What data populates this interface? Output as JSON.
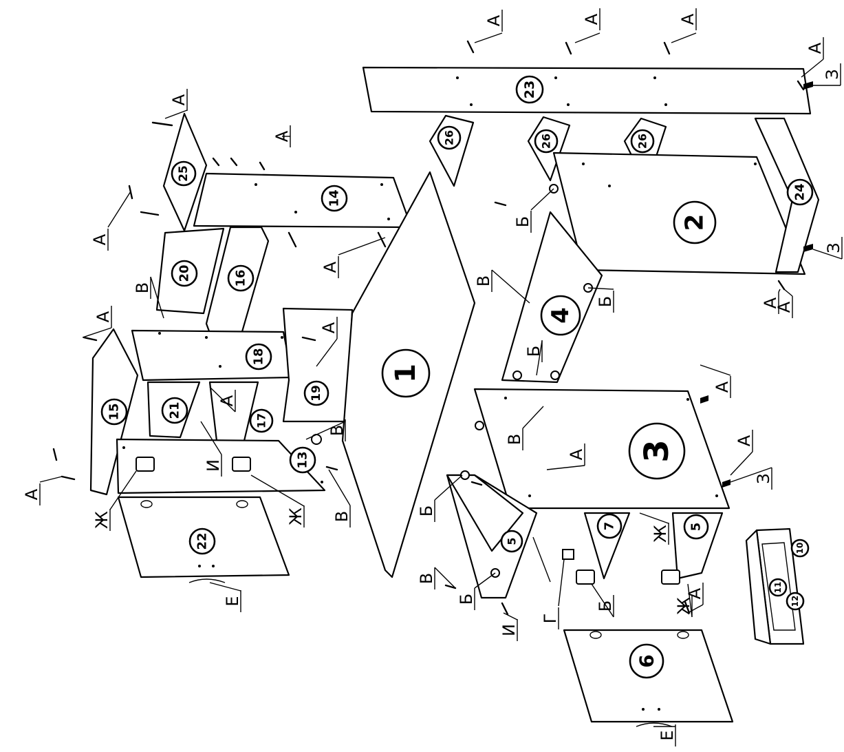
{
  "parts": [
    {
      "id": "p1",
      "label": "1"
    },
    {
      "id": "p2",
      "label": "2"
    },
    {
      "id": "p3",
      "label": "3"
    },
    {
      "id": "p4",
      "label": "4"
    },
    {
      "id": "p5a",
      "label": "5"
    },
    {
      "id": "p5b",
      "label": "5"
    },
    {
      "id": "p6",
      "label": "6"
    },
    {
      "id": "p7",
      "label": "7"
    },
    {
      "id": "p10",
      "label": "10"
    },
    {
      "id": "p11",
      "label": "11"
    },
    {
      "id": "p12",
      "label": "12"
    },
    {
      "id": "p13",
      "label": "13"
    },
    {
      "id": "p14",
      "label": "14"
    },
    {
      "id": "p15",
      "label": "15"
    },
    {
      "id": "p16",
      "label": "16"
    },
    {
      "id": "p17",
      "label": "17"
    },
    {
      "id": "p18",
      "label": "18"
    },
    {
      "id": "p19",
      "label": "19"
    },
    {
      "id": "p20",
      "label": "20"
    },
    {
      "id": "p21",
      "label": "21"
    },
    {
      "id": "p22",
      "label": "22"
    },
    {
      "id": "p23",
      "label": "23"
    },
    {
      "id": "p24",
      "label": "24"
    },
    {
      "id": "p25",
      "label": "25"
    },
    {
      "id": "p26a",
      "label": "26"
    },
    {
      "id": "p26b",
      "label": "26"
    },
    {
      "id": "p26c",
      "label": "26"
    }
  ],
  "hardware": [
    {
      "id": "c01",
      "label": "А"
    },
    {
      "id": "c02",
      "label": "А"
    },
    {
      "id": "c03",
      "label": "А"
    },
    {
      "id": "c04",
      "label": "А"
    },
    {
      "id": "c05",
      "label": "З"
    },
    {
      "id": "c06",
      "label": "А"
    },
    {
      "id": "c07",
      "label": "А"
    },
    {
      "id": "c08",
      "label": "А"
    },
    {
      "id": "c09",
      "label": "А"
    },
    {
      "id": "c10",
      "label": "В"
    },
    {
      "id": "c11",
      "label": "Б"
    },
    {
      "id": "c12",
      "label": "В"
    },
    {
      "id": "c13",
      "label": "Б"
    },
    {
      "id": "c14",
      "label": "Б"
    },
    {
      "id": "c15",
      "label": "А"
    },
    {
      "id": "c16",
      "label": "З"
    },
    {
      "id": "c17",
      "label": "А"
    },
    {
      "id": "c18",
      "label": "А"
    },
    {
      "id": "c19",
      "label": "А"
    },
    {
      "id": "c20",
      "label": "В"
    },
    {
      "id": "c21",
      "label": "И"
    },
    {
      "id": "c22",
      "label": "Ж"
    },
    {
      "id": "c23",
      "label": "Ж"
    },
    {
      "id": "c24",
      "label": "В"
    },
    {
      "id": "c25",
      "label": "Е"
    },
    {
      "id": "c26",
      "label": "А"
    },
    {
      "id": "c27",
      "label": "А"
    },
    {
      "id": "c28",
      "label": "З"
    },
    {
      "id": "c29",
      "label": "А"
    },
    {
      "id": "c30",
      "label": "В"
    },
    {
      "id": "c31",
      "label": "А"
    },
    {
      "id": "c32",
      "label": "Б"
    },
    {
      "id": "c33",
      "label": "Б"
    },
    {
      "id": "c34",
      "label": "В"
    },
    {
      "id": "c35",
      "label": "Б"
    },
    {
      "id": "c36",
      "label": "Г"
    },
    {
      "id": "c37",
      "label": "Ж"
    },
    {
      "id": "c38",
      "label": "А"
    },
    {
      "id": "c39",
      "label": "Ж"
    },
    {
      "id": "c40",
      "label": "И"
    },
    {
      "id": "c41",
      "label": "Е"
    },
    {
      "id": "c42",
      "label": "А"
    }
  ]
}
